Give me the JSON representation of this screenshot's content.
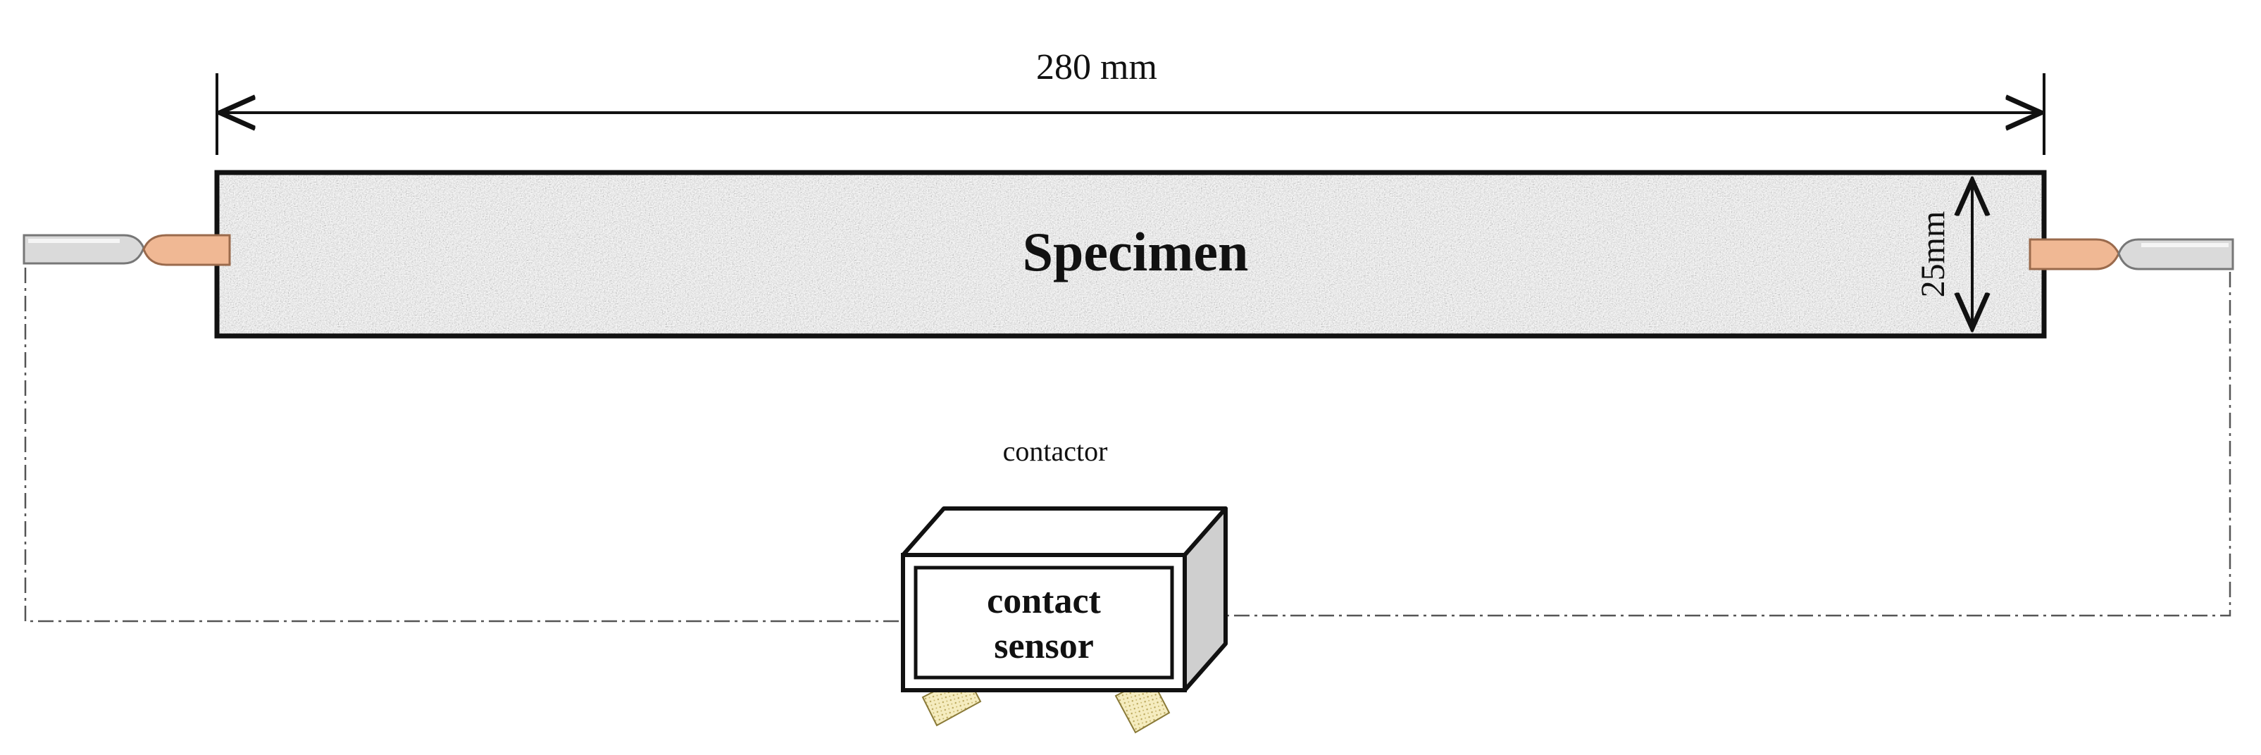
{
  "labels": {
    "length_dimension": "280 mm",
    "width_dimension": "25mm",
    "specimen": "Specimen",
    "contactor": "contactor",
    "sensor_line1": "contact",
    "sensor_line2": "sensor"
  },
  "colors": {
    "specimen_outline": "#111111",
    "granite_base": "#8f8f8f",
    "electrode_tip": "#f0b894",
    "electrode_tip_edge": "#9a6a4c",
    "wire_body": "#d8d8d8",
    "sensor_side": "#cfcfcf",
    "sensor_leg": "#efe3a6",
    "circuit_line": "#555555"
  }
}
